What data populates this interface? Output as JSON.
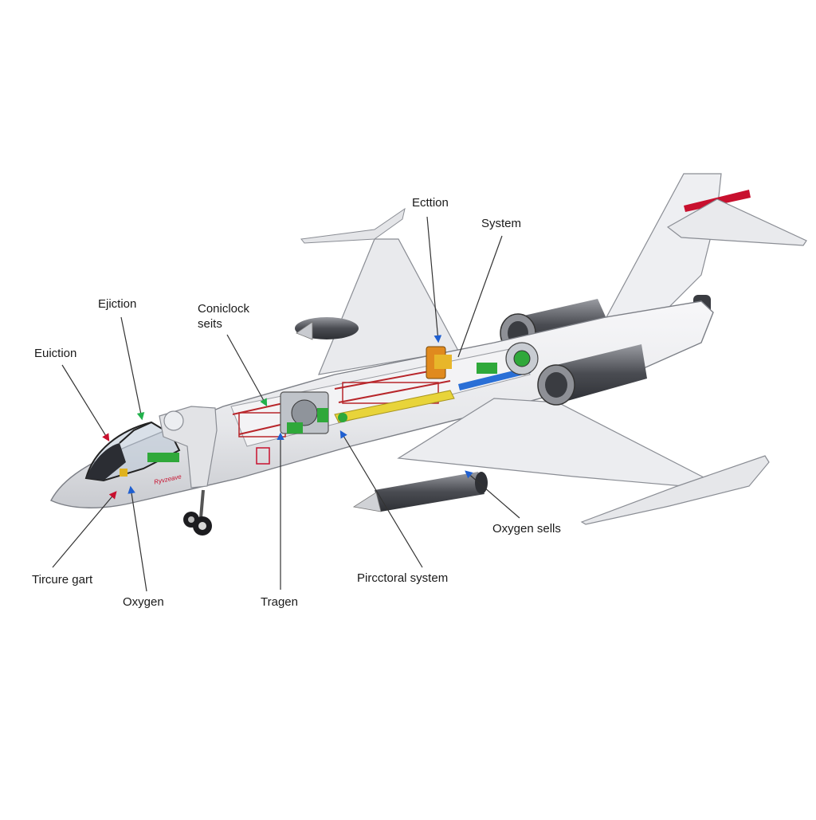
{
  "diagram": {
    "labels": {
      "ejection_top_left": "Ejiction",
      "ejection_left": "Euiction",
      "coniclock_seats": "Coniclock seits",
      "ection_top": "Ecttion",
      "system_top": "System",
      "oxygen_seals": "Oxygen sells",
      "propulsion_system": "Pircctoral system",
      "tragen": "Tragen",
      "oxygen_bottom": "Oxygen",
      "tircure_gart": "Tircure gart"
    },
    "fuselage_marking": "Ryvzeave",
    "colors": {
      "airframe": "#ececef",
      "airframe_shade": "#cfd1d6",
      "outline": "#8a8d94",
      "engine": "#5b5d63",
      "tail_stripe": "#c8102e",
      "yellow_duct": "#e8d43a",
      "blue_duct": "#2a6fd6",
      "green_part": "#2fa83a",
      "orange_part": "#e08a1e",
      "red_wiring": "#b8262b",
      "leader_line": "#333333",
      "arrow_green": "#22b14c",
      "arrow_blue": "#1f5fd0",
      "arrow_red": "#c8102e"
    }
  }
}
